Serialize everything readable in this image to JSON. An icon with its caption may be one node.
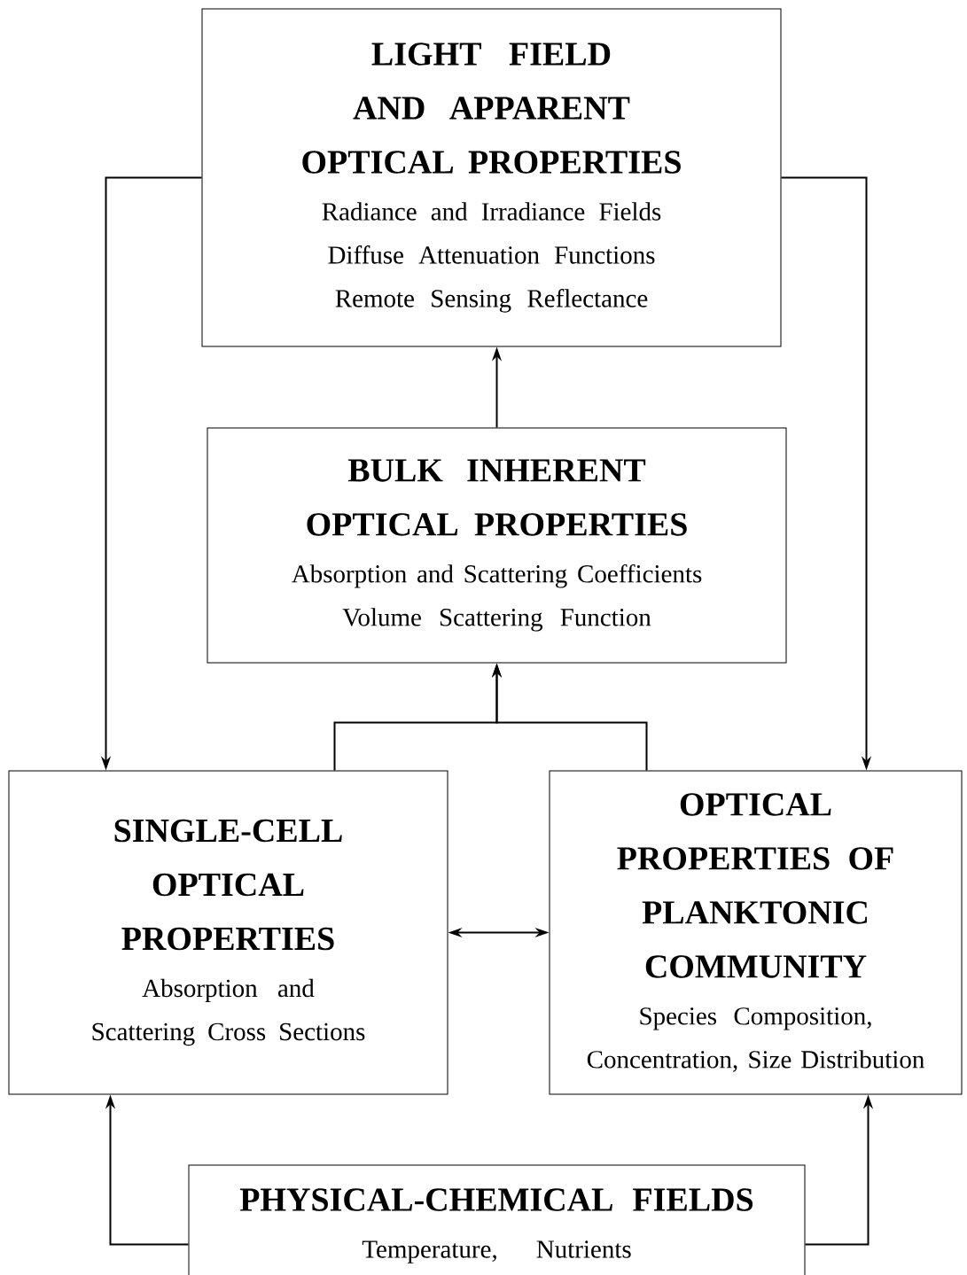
{
  "diagram": {
    "nodes": [
      {
        "text": [
          "LIGHT FIELD AND APPARENT OPTICAL PROPERTIES",
          "Radiance and Irradiance Fields",
          "Diffuse Attenuation Functions",
          "Remote Sensing Reflectance"
        ]
      },
      {
        "text": [
          "BULK INHERENT OPTICAL PROPERTIES",
          "Absorption and Scattering Coefficients",
          "Volume Scattering Function"
        ]
      },
      {
        "text": [
          "SINGLE-CELL OPTICAL PROPERTIES",
          "Absorption and Scattering Cross Sections"
        ]
      },
      {
        "text": [
          "OPTICAL PROPERTIES OF PLANKTONIC COMMUNITY",
          "Species Composition, Concentration, Size Distribution"
        ]
      },
      {
        "text": [
          "PHYSICAL-CHEMICAL FIELDS",
          "Temperature, Nutrients"
        ]
      }
    ],
    "edges": [
      {
        "from": 1,
        "to": 0,
        "arrow": "to"
      },
      {
        "from": 2,
        "to": 1,
        "arrow": "to"
      },
      {
        "from": 3,
        "to": 1,
        "arrow": "to"
      },
      {
        "from": 0,
        "to": 2,
        "arrow": "to"
      },
      {
        "from": 0,
        "to": 3,
        "arrow": "to"
      },
      {
        "from": 2,
        "to": 3,
        "arrow": "both"
      },
      {
        "from": 4,
        "to": 2,
        "arrow": "to"
      },
      {
        "from": 4,
        "to": 3,
        "arrow": "to"
      }
    ]
  }
}
